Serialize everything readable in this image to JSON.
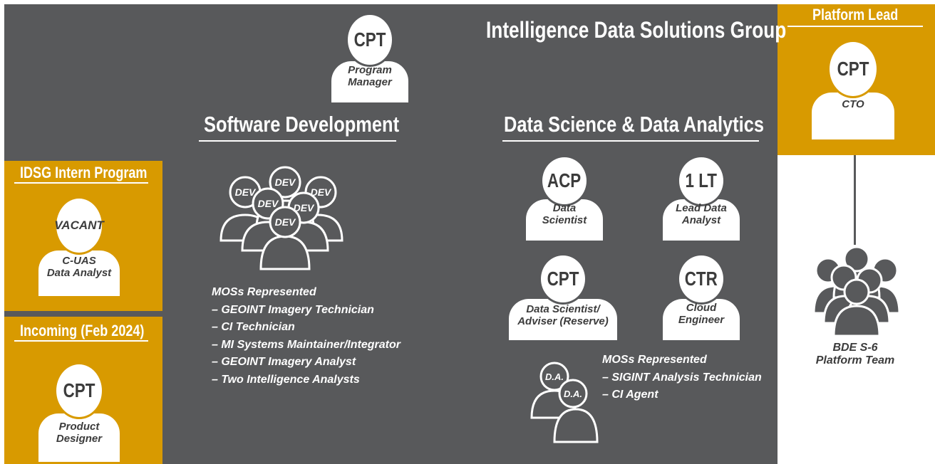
{
  "main": {
    "title": "Intelligence Data Solutions Group",
    "program_manager": {
      "rank": "CPT",
      "role_line1": "Program",
      "role_line2": "Manager"
    },
    "software": {
      "heading": "Software Development",
      "dev_labels": [
        "DEV",
        "DEV",
        "DEV",
        "DEV",
        "DEV",
        "DEV"
      ],
      "mos_title": "MOSs Represented",
      "mos": [
        "– GEOINT Imagery Technician",
        "– CI Technician",
        "– MI Systems Maintainer/Integrator",
        "– GEOINT Imagery Analyst",
        "– Two Intelligence Analysts"
      ]
    },
    "data_science": {
      "heading": "Data Science & Data Analytics",
      "members": [
        {
          "rank": "ACP",
          "role_line1": "Data",
          "role_line2": "Scientist"
        },
        {
          "rank": "1 LT",
          "role_line1": "Lead Data",
          "role_line2": "Analyst"
        },
        {
          "rank": "CPT",
          "role_line1": "Data Scientist/",
          "role_line2": "Adviser (Reserve)"
        },
        {
          "rank": "CTR",
          "role_line1": "Cloud",
          "role_line2": "Engineer"
        }
      ],
      "da_labels": [
        "D.A.",
        "D.A."
      ],
      "mos_title": "MOSs Represented",
      "mos": [
        "– SIGINT Analysis Technician",
        "– CI Agent"
      ]
    }
  },
  "intern": {
    "heading": "IDSG Intern Program",
    "rank": "VACANT",
    "role_line1": "C-UAS",
    "role_line2": "Data Analyst"
  },
  "incoming": {
    "heading": "Incoming (Feb 2024)",
    "rank": "CPT",
    "role_line1": "Product",
    "role_line2": "Designer"
  },
  "platform": {
    "heading": "Platform Lead",
    "rank": "CPT",
    "role": "CTO",
    "team_line1": "BDE S-6",
    "team_line2": "Platform Team"
  },
  "colors": {
    "dark": "#58595b",
    "gold": "#d89a00",
    "white": "#ffffff"
  }
}
